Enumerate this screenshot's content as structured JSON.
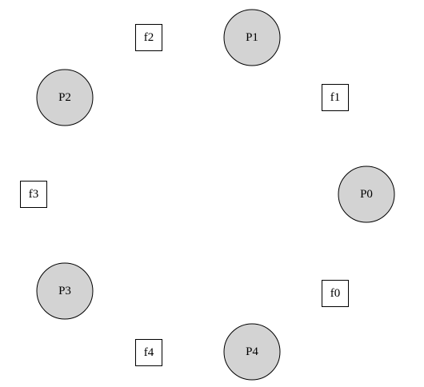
{
  "diagram": {
    "colors": {
      "background": "#ffffff",
      "philosopher_fill": "#d3d3d3",
      "stroke": "#000000",
      "fork_fill": "#ffffff"
    },
    "philosophers": [
      {
        "id": "p0",
        "label": "P0"
      },
      {
        "id": "p1",
        "label": "P1"
      },
      {
        "id": "p2",
        "label": "P2"
      },
      {
        "id": "p3",
        "label": "P3"
      },
      {
        "id": "p4",
        "label": "P4"
      }
    ],
    "forks": [
      {
        "id": "f0",
        "label": "f0"
      },
      {
        "id": "f1",
        "label": "f1"
      },
      {
        "id": "f2",
        "label": "f2"
      },
      {
        "id": "f3",
        "label": "f3"
      },
      {
        "id": "f4",
        "label": "f4"
      }
    ]
  }
}
